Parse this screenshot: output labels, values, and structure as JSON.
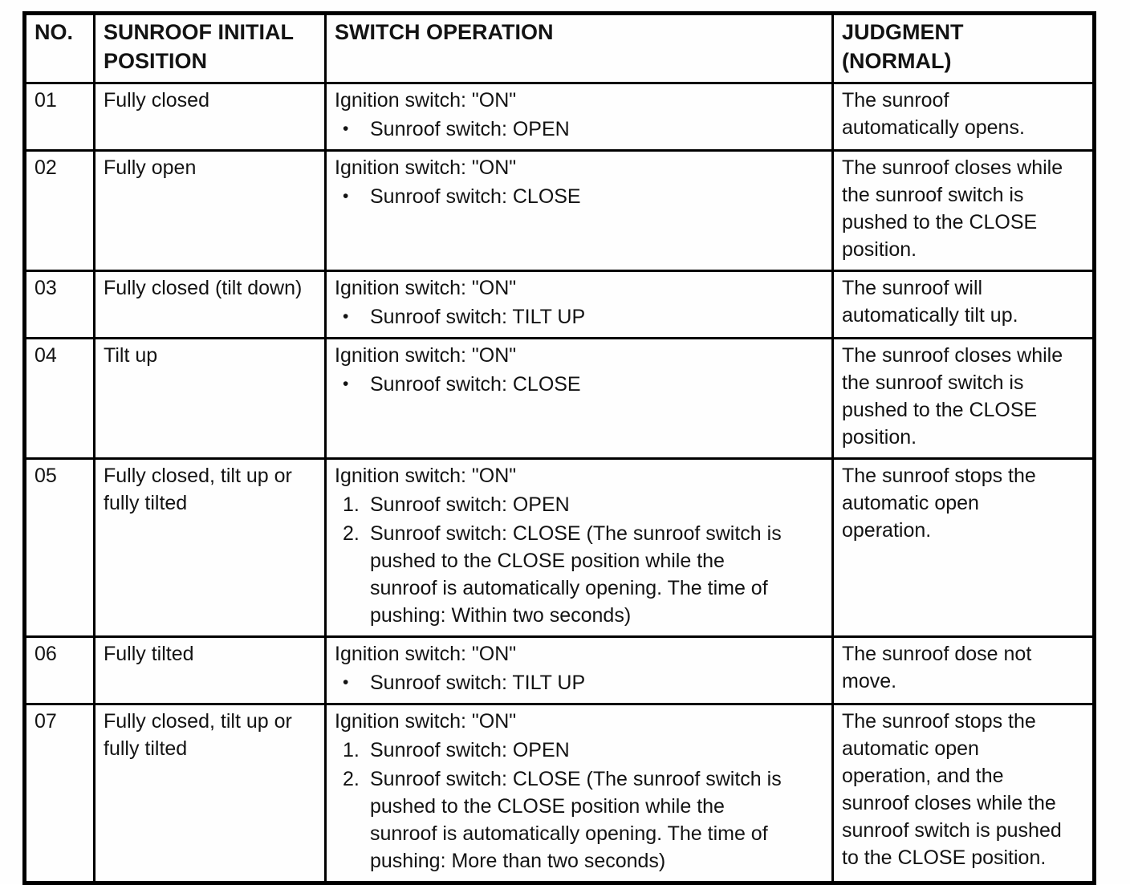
{
  "colors": {
    "ink": "#131313",
    "paper": "#fefefe",
    "border": "#000000"
  },
  "table": {
    "headers": [
      "NO.",
      "SUNROOF INITIAL POSITION",
      "SWITCH OPERATION",
      "JUDGMENT\n(NORMAL)"
    ],
    "rows": [
      {
        "no": "01",
        "position": "Fully closed",
        "operation": {
          "intro": "Ignition switch: \"ON\"",
          "items": [
            {
              "marker": "•",
              "text": "Sunroof switch: OPEN"
            }
          ]
        },
        "judgment": "The sunroof automatically opens."
      },
      {
        "no": "02",
        "position": "Fully open",
        "operation": {
          "intro": "Ignition switch: \"ON\"",
          "items": [
            {
              "marker": "•",
              "text": "Sunroof switch: CLOSE"
            }
          ]
        },
        "judgment": "The sunroof closes while the sunroof switch is pushed to the CLOSE position."
      },
      {
        "no": "03",
        "position": "Fully closed (tilt down)",
        "operation": {
          "intro": "Ignition switch: \"ON\"",
          "items": [
            {
              "marker": "•",
              "text": "Sunroof switch: TILT UP"
            }
          ]
        },
        "judgment": "The sunroof will automatically tilt up."
      },
      {
        "no": "04",
        "position": "Tilt up",
        "operation": {
          "intro": "Ignition switch: \"ON\"",
          "items": [
            {
              "marker": "•",
              "text": "Sunroof switch: CLOSE"
            }
          ]
        },
        "judgment": "The sunroof closes while the sunroof switch is pushed to the CLOSE position."
      },
      {
        "no": "05",
        "position": "Fully closed, tilt up or fully tilted",
        "operation": {
          "intro": "Ignition switch: \"ON\"",
          "items": [
            {
              "marker": "1.",
              "text": "Sunroof switch: OPEN"
            },
            {
              "marker": "2.",
              "text": "Sunroof switch: CLOSE (The sunroof switch is pushed to the CLOSE position while the sunroof is automatically opening. The time of pushing: Within two seconds)"
            }
          ]
        },
        "judgment": "The sunroof stops the automatic open operation."
      },
      {
        "no": "06",
        "position": "Fully tilted",
        "operation": {
          "intro": "Ignition switch: \"ON\"",
          "items": [
            {
              "marker": "•",
              "text": "Sunroof switch: TILT UP"
            }
          ]
        },
        "judgment": "The sunroof dose not move."
      },
      {
        "no": "07",
        "position": "Fully closed, tilt up or fully tilted",
        "operation": {
          "intro": "Ignition switch: \"ON\"",
          "items": [
            {
              "marker": "1.",
              "text": "Sunroof switch: OPEN"
            },
            {
              "marker": "2.",
              "text": "Sunroof switch: CLOSE (The sunroof switch is pushed to the CLOSE position while the sunroof is automatically opening. The time of pushing: More than two seconds)"
            }
          ]
        },
        "judgment": "The sunroof stops the automatic open operation, and the sunroof closes while the sunroof switch is pushed to the CLOSE position."
      }
    ]
  }
}
